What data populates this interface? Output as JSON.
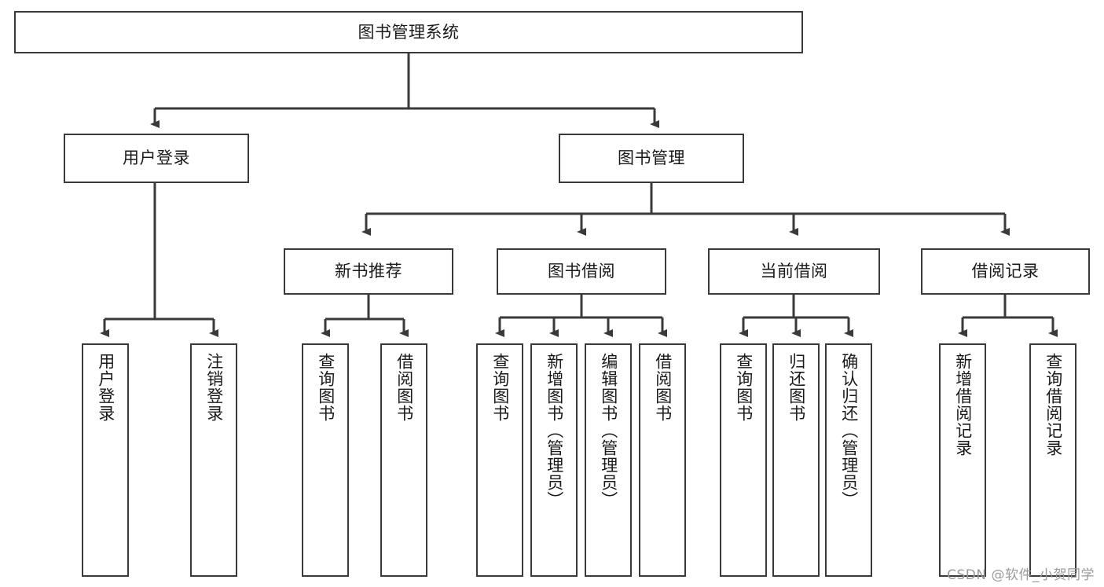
{
  "diagram": {
    "type": "tree-hierarchy",
    "title": "图书管理系统",
    "root": {
      "id": "root",
      "label": "图书管理系统",
      "orientation": "horizontal"
    },
    "level2": [
      {
        "id": "user-login",
        "label": "用户登录",
        "orientation": "horizontal"
      },
      {
        "id": "book-management",
        "label": "图书管理",
        "orientation": "horizontal"
      }
    ],
    "level3": [
      {
        "id": "new-book-recommend",
        "label": "新书推荐",
        "orientation": "horizontal",
        "parent": "book-management"
      },
      {
        "id": "book-borrow",
        "label": "图书借阅",
        "orientation": "horizontal",
        "parent": "book-management"
      },
      {
        "id": "current-borrow",
        "label": "当前借阅",
        "orientation": "horizontal",
        "parent": "book-management"
      },
      {
        "id": "borrow-record",
        "label": "借阅记录",
        "orientation": "horizontal",
        "parent": "book-management"
      }
    ],
    "leaves": [
      {
        "id": "leaf-user-login",
        "label": "用户登录",
        "parent": "user-login"
      },
      {
        "id": "leaf-logout",
        "label": "注销登录",
        "parent": "user-login"
      },
      {
        "id": "leaf-query-book-a",
        "label": "查询图书",
        "parent": "new-book-recommend"
      },
      {
        "id": "leaf-borrow-book-a",
        "label": "借阅图书",
        "parent": "new-book-recommend"
      },
      {
        "id": "leaf-query-book-b",
        "label": "查询图书",
        "parent": "book-borrow"
      },
      {
        "id": "leaf-add-book",
        "label": "新增图书（管理员）",
        "parent": "book-borrow"
      },
      {
        "id": "leaf-edit-book",
        "label": "编辑图书（管理员）",
        "parent": "book-borrow"
      },
      {
        "id": "leaf-borrow-book-b",
        "label": "借阅图书",
        "parent": "book-borrow"
      },
      {
        "id": "leaf-query-book-c",
        "label": "查询图书",
        "parent": "current-borrow"
      },
      {
        "id": "leaf-return-book",
        "label": "归还图书",
        "parent": "current-borrow"
      },
      {
        "id": "leaf-confirm-return",
        "label": "确认归还（管理员）",
        "parent": "current-borrow"
      },
      {
        "id": "leaf-add-record",
        "label": "新增借阅记录",
        "parent": "borrow-record"
      },
      {
        "id": "leaf-query-record",
        "label": "查询借阅记录",
        "parent": "borrow-record"
      }
    ],
    "colors": {
      "box_border": "#3a3a3a",
      "box_fill": "#ffffff",
      "connector": "#3a3a3a",
      "text": "#1a1a1a",
      "watermark": "#9a9a9a"
    }
  },
  "watermark": {
    "text": "CSDN @软件_小贺同学"
  }
}
